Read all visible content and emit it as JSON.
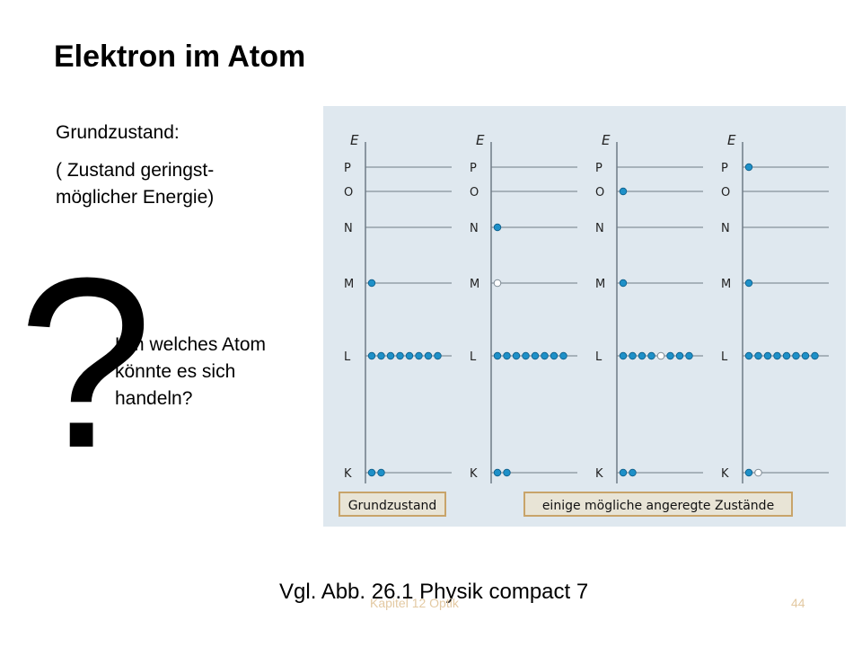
{
  "slide": {
    "title": "Elektron im Atom",
    "ground_label": "Grundzustand:",
    "ground_desc_line1": "( Zustand geringst-",
    "ground_desc_line2": "möglicher Energie)",
    "question_mark": "?",
    "question_line1": "Um welches Atom",
    "question_line2": "könnte es sich",
    "question_line3": "handeln?",
    "reference": "Vgl. Abb. 26.1 Physik compact 7",
    "footer": "Kapitel 12 Optik",
    "page_number": "44"
  },
  "diagram": {
    "axis_label": "E",
    "caption_ground": "Grundzustand",
    "caption_excited": "einige mögliche angeregte Zustände",
    "shells": [
      "P",
      "O",
      "N",
      "M",
      "L",
      "K"
    ],
    "colors": {
      "background": "#dfe8ef",
      "electron": "#1e90c8",
      "line": "#6f7b86",
      "caption_box": "#e8e4d6"
    },
    "states": [
      {
        "P": [
          0,
          0
        ],
        "O": [
          0,
          0
        ],
        "N": [
          0,
          0
        ],
        "M": [
          1,
          0
        ],
        "L": [
          8,
          0
        ],
        "K": [
          2,
          0
        ]
      },
      {
        "P": [
          0,
          0
        ],
        "O": [
          0,
          0
        ],
        "N": [
          1,
          0
        ],
        "M": [
          0,
          1
        ],
        "L": [
          8,
          0
        ],
        "K": [
          2,
          0
        ]
      },
      {
        "P": [
          0,
          0
        ],
        "O": [
          1,
          0
        ],
        "N": [
          0,
          0
        ],
        "M": [
          1,
          0
        ],
        "L": [
          7,
          1
        ],
        "K": [
          2,
          0
        ]
      },
      {
        "P": [
          1,
          0
        ],
        "O": [
          0,
          0
        ],
        "N": [
          0,
          0
        ],
        "M": [
          1,
          0
        ],
        "L": [
          8,
          0
        ],
        "K": [
          1,
          1
        ]
      }
    ]
  }
}
